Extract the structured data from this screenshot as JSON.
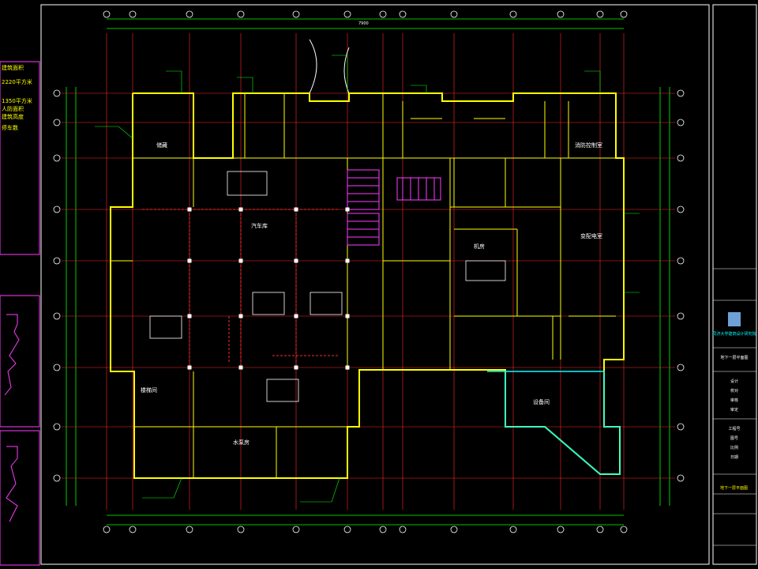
{
  "drawing": {
    "sheet_label": "地下一层平面图",
    "top_dimension": "7900"
  },
  "left_notes": [
    "建筑面积",
    "1350平方米",
    "2220平方米",
    "建筑高度",
    "人防面积",
    "停车数"
  ],
  "rooms": [
    {
      "label": "储藏",
      "color": "white"
    },
    {
      "label": "消防控制室",
      "color": "white"
    },
    {
      "label": "机房",
      "color": "white"
    },
    {
      "label": "变配电室",
      "color": "white"
    },
    {
      "label": "水泵房",
      "color": "white"
    },
    {
      "label": "汽车库",
      "color": "white"
    },
    {
      "label": "设备间",
      "color": "white"
    },
    {
      "label": "楼梯间",
      "color": "white"
    }
  ],
  "title_block": {
    "company": "同济大学建筑设计研究院",
    "project": "地下一层平面图",
    "rows": [
      "设计",
      "校对",
      "审核",
      "审定",
      "工程号",
      "图号",
      "比例",
      "日期"
    ]
  },
  "colors": {
    "background": "#000000",
    "walls": "#ffff00",
    "grid_axis": "#ff2a2a",
    "dimension": "#00ff00",
    "magenta": "#ff3cff",
    "cyan": "#00ffff",
    "white": "#ffffff"
  }
}
